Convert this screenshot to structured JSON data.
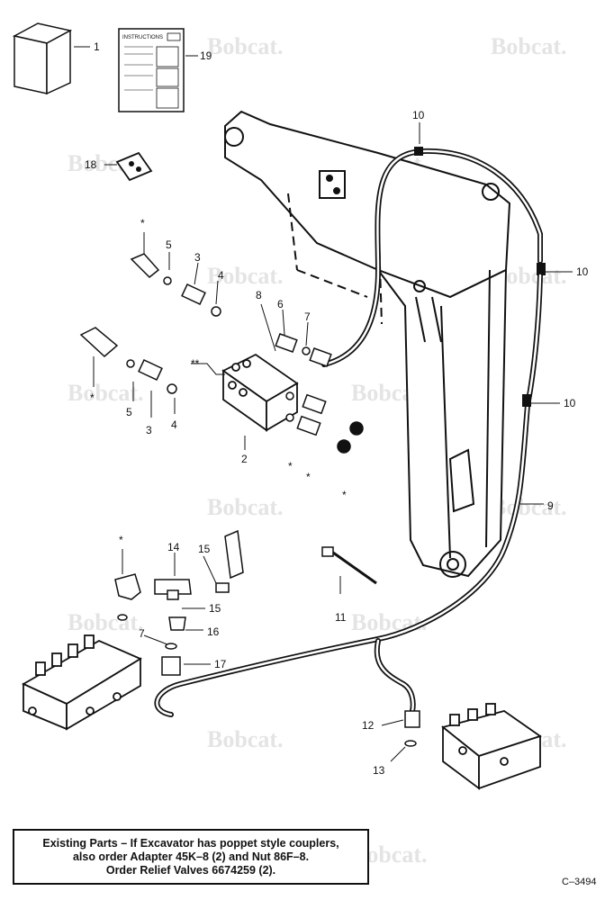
{
  "watermark": "Bobcat.",
  "instructions_label": "INSTRUCTIONS",
  "callouts": {
    "c1": "1",
    "c19": "19",
    "c18": "18",
    "c10a": "10",
    "c10b": "10",
    "c10c": "10",
    "c5a": "5",
    "c3a": "3",
    "c4a": "4",
    "c8": "8",
    "c6": "6",
    "c7a": "7",
    "c5b": "5",
    "c3b": "3",
    "c4b": "4",
    "c2": "2",
    "c9": "9",
    "c11": "11",
    "c14": "14",
    "c15a": "15",
    "c15b": "15",
    "c16": "16",
    "c7b": "7",
    "c17": "17",
    "c12": "12",
    "c13": "13",
    "star1": "*",
    "star2": "*",
    "star3": "*",
    "star4": "*",
    "star5": "*",
    "star6": "*",
    "dstar": "**"
  },
  "note": {
    "line1": "Existing Parts – If Excavator  has poppet style couplers,",
    "line2": "also order  Adapter 45K–8 (2) and Nut 86F–8.",
    "line3": "Order Relief Valves 6674259 (2)."
  },
  "figure_code": "C–3494"
}
